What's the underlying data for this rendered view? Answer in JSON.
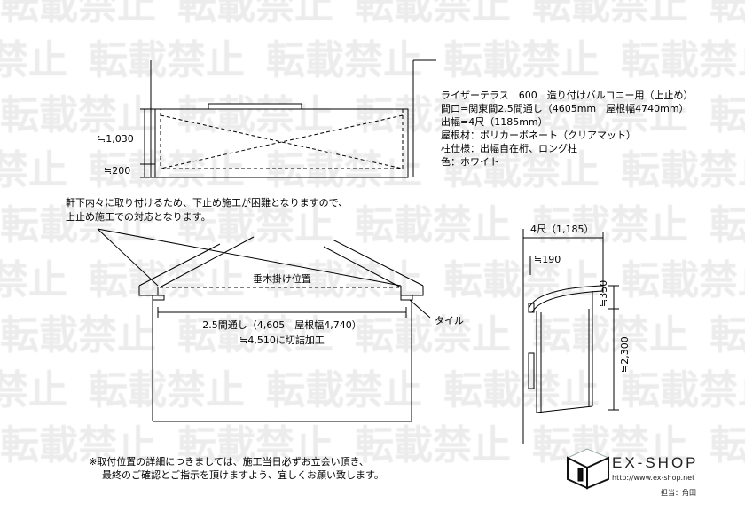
{
  "watermark": "転載禁止",
  "spec": {
    "lines": [
      "ライザーテラス　600　造り付けバルコニー用（上止め）",
      "間口=関東間2.5間通し（4605mm　屋根幅4740mm）",
      "出幅=4尺（1185mm）",
      "屋根材：ポリカーボネート（クリアマット）",
      "柱仕様：出幅自在桁、ロング柱",
      "色：ホワイト"
    ]
  },
  "top_view": {
    "dim_height": "≒1,030",
    "dim_bottom": "≒200"
  },
  "front_view": {
    "note_line1": "軒下内々に取り付けるため、下止め施工が困難となりますので、",
    "note_line2": "上止め施工での対応となります。",
    "rafter_label": "垂木掛け位置",
    "width_label": "2.5間通し（4,605　屋根幅4,740）",
    "cut_label": "≒4,510に切詰加工",
    "tile_label": "タイル"
  },
  "side_view": {
    "depth": "4尺（1,185）",
    "offset": "≒190",
    "rise": "≒350",
    "height": "≒2,300"
  },
  "footer": {
    "note_line1": "※取付位置の詳細につきましては、施工当日必ずお立会い頂き、",
    "note_line2": "最終のご確認とご指示を頂けますよう、宜しくお願い致します。",
    "brand": "EX-SHOP",
    "url": "http://www.ex-shop.net",
    "staff": "担当：角田"
  }
}
